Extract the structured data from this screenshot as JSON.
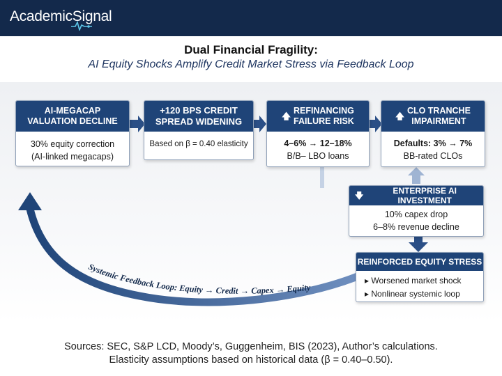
{
  "brand": {
    "logo_text": "AcademicSignal"
  },
  "header": {
    "title": "Dual Financial Fragility:",
    "subtitle": "AI Equity Shocks Amplify Credit Market Stress via Feedback Loop"
  },
  "boxes": {
    "valuation": {
      "title": "AI-MEGACAP VALUATION DECLINE",
      "line1": "30% equity correction",
      "line2": "(AI-linked megacaps)"
    },
    "spread": {
      "title_line1": "+120 BPS CREDIT",
      "title_line2": "SPREAD WIDENING",
      "body": "Based on β = 0.40 elasticity"
    },
    "refinancing": {
      "icon": "up-arrow-icon",
      "title_line1": "REFINANCING",
      "title_line2": "FAILURE RISK",
      "line1": "4–6% → 12–18%",
      "line2": "B/B– LBO loans"
    },
    "clo": {
      "icon": "up-arrow-icon",
      "title_line1": "CLO TRANCHE",
      "title_line2": "IMPAIRMENT",
      "line1": "Defaults: 3% → 7%",
      "line2": "BB-rated CLOs"
    },
    "enterprise": {
      "icon": "down-arrow-icon",
      "title": "ENTERPRISE AI INVESTMENT",
      "line1": "10% capex drop",
      "line2": "6–8% revenue decline"
    },
    "reinforced": {
      "title": "REINFORCED EQUITY STRESS",
      "bullet1": "Worsened market shock",
      "bullet2": "Nonlinear systemic loop"
    }
  },
  "feedback_loop": {
    "label": "Systemic Feedback Loop: Equity → Credit → Capex → Equity"
  },
  "footer": {
    "line1": "Sources: SEC, S&P LCD, Moody’s, Guggenheim, BIS (2023), Author’s calculations.",
    "line2": "Elasticity assumptions based on historical data (β = 0.40–0.50)."
  },
  "colors": {
    "navy": "#13294b",
    "box_header": "#1f4478",
    "arrow": "#2b4f86",
    "light_arrow": "#9fb4d3"
  }
}
